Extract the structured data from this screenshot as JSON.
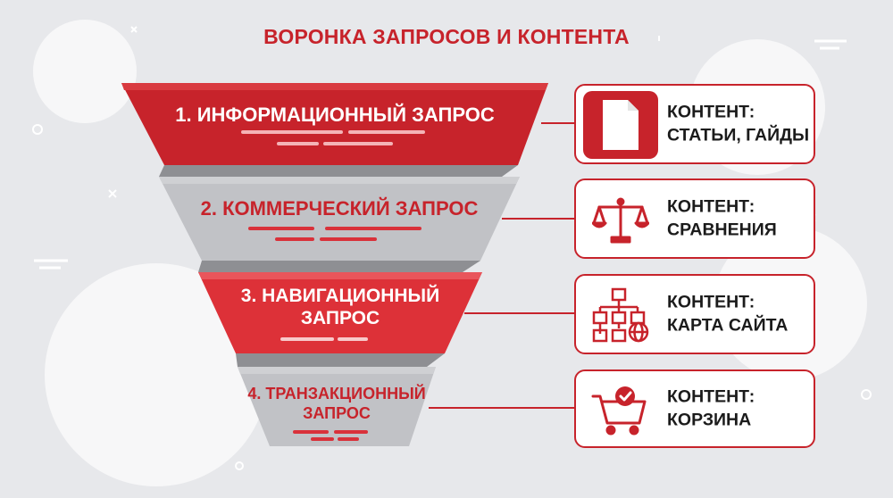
{
  "title": "ВОРОНКА ЗАПРОСОВ И КОНТЕНТА",
  "colors": {
    "accent": "#c7232b",
    "accent_bright": "#dd3138",
    "neutral": "#c1c2c6",
    "background": "#e7e8eb",
    "card_bg": "#ffffff"
  },
  "stages": [
    {
      "label_lines": [
        "1. ИНФОРМАЦИОННЫЙ ЗАПРОС"
      ],
      "style": "red",
      "card": {
        "icon": "document-icon",
        "heading": "КОНТЕНТ:",
        "value": "СТАТЬИ, ГАЙДЫ"
      }
    },
    {
      "label_lines": [
        "2. КОММЕРЧЕСКИЙ ЗАПРОС"
      ],
      "style": "gray",
      "card": {
        "icon": "scales-icon",
        "heading": "КОНТЕНТ:",
        "value": "СРАВНЕНИЯ"
      }
    },
    {
      "label_lines": [
        "3. НАВИГАЦИОННЫЙ",
        "ЗАПРОС"
      ],
      "style": "red",
      "card": {
        "icon": "sitemap-icon",
        "heading": "КОНТЕНТ:",
        "value": "КАРТА САЙТА"
      }
    },
    {
      "label_lines": [
        "4. ТРАНЗАКЦИОННЫЙ",
        "ЗАПРОС"
      ],
      "style": "gray",
      "card": {
        "icon": "cart-check-icon",
        "heading": "КОНТЕНТ:",
        "value": "КОРЗИНА"
      }
    }
  ]
}
